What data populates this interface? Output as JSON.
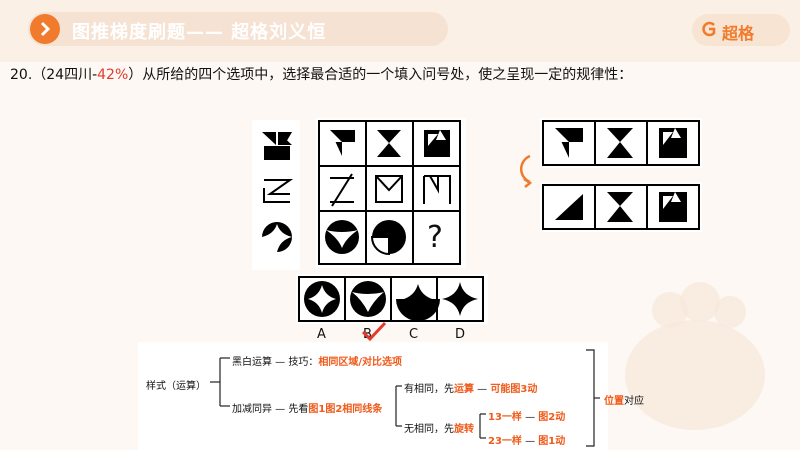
{
  "header": {
    "title": "图推梯度刷题—— 超格刘义恒",
    "brand": "超格"
  },
  "question": {
    "prefix": "20.（24四川-",
    "percent": "42%",
    "suffix": "）从所给的四个选项中，选择最合适的一个填入问号处，使之呈现一定的规律性："
  },
  "puzzle": {
    "question_mark": "?",
    "options": [
      "A",
      "B",
      "C",
      "D"
    ]
  },
  "mindmap": {
    "root": "样式（运算）",
    "branch1": {
      "label": "黑白运算 —",
      "tip_label": "技巧：",
      "tip": "相同区域/对比选项"
    },
    "branch2": {
      "label": "加减同异 —",
      "first_look": "先看",
      "first_look_hl": "图1图2相同线条"
    },
    "same": {
      "label": "有相同，先",
      "op": "运算",
      "dash": " —",
      "result": "可能图3动"
    },
    "diff": {
      "label": "无相同，先",
      "op": "旋转"
    },
    "rule1": {
      "label": "13一样",
      "dash": "— ",
      "result": "图2动"
    },
    "rule2": {
      "label": "23一样",
      "dash": "— ",
      "result": "图1动"
    },
    "final": {
      "hl": "位置",
      "tail": "对应"
    }
  },
  "colors": {
    "accent": "#f07b2c",
    "highlight": "#f05a1a",
    "red": "#e23b2e"
  }
}
